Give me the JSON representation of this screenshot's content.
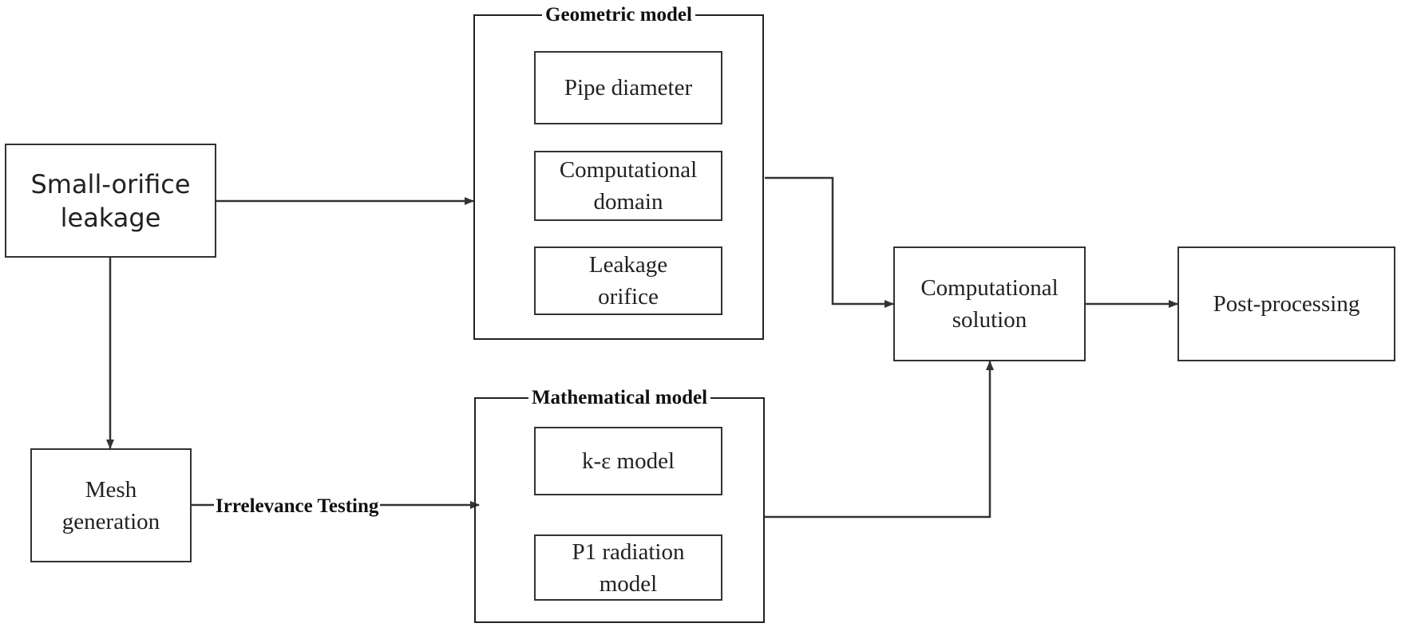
{
  "nodes": {
    "leakage": "Small-orifice\nleakage",
    "mesh": "Mesh\ngeneration",
    "pipe_diameter": "Pipe diameter",
    "computational_domain": "Computational\ndomain",
    "leakage_orifice": "Leakage\norifice",
    "k_epsilon": "k-ε model",
    "p1_radiation": "P1 radiation\nmodel",
    "computational_solution": "Computational\nsolution",
    "post_processing": "Post-processing"
  },
  "groups": {
    "geometric_model": "Geometric model",
    "mathematical_model": "Mathematical model"
  },
  "edges": {
    "irrelevance_testing": "Irrelevance Testing"
  },
  "colors": {
    "stroke": "#333333",
    "text": "#222222",
    "background": "#ffffff"
  }
}
